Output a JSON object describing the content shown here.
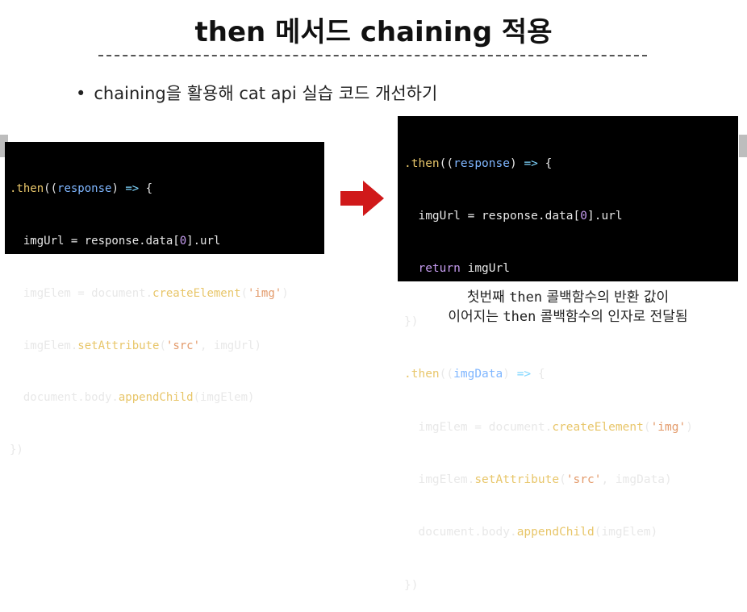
{
  "title": "then 메서드 chaining 적용",
  "bullet": "chaining을 활용해 cat api 실습 코드 개선하기",
  "left_code": [
    ".then((response) => {",
    "  imgUrl = response.data[0].url",
    "  imgElem = document.createElement('img')",
    "  imgElem.setAttribute('src', imgUrl)",
    "  document.body.appendChild(imgElem)",
    "})"
  ],
  "right_code": [
    ".then((response) => {",
    "  imgUrl = response.data[0].url",
    "  return imgUrl",
    "})",
    ".then((imgData) => {",
    "  imgElem = document.createElement('img')",
    "  imgElem.setAttribute('src', imgData)",
    "  document.body.appendChild(imgElem)",
    "})"
  ],
  "caption": {
    "line1_pre": "첫번째 ",
    "line1_code": "then",
    "line1_post": " 콜백함수의 반환 값이",
    "line2_pre": "이어지는 ",
    "line2_code": "then",
    "line2_post": " 콜백함수의 인자로 전달됨"
  },
  "colors": {
    "arrow": "#d0191a",
    "code_bg": "#000000"
  }
}
